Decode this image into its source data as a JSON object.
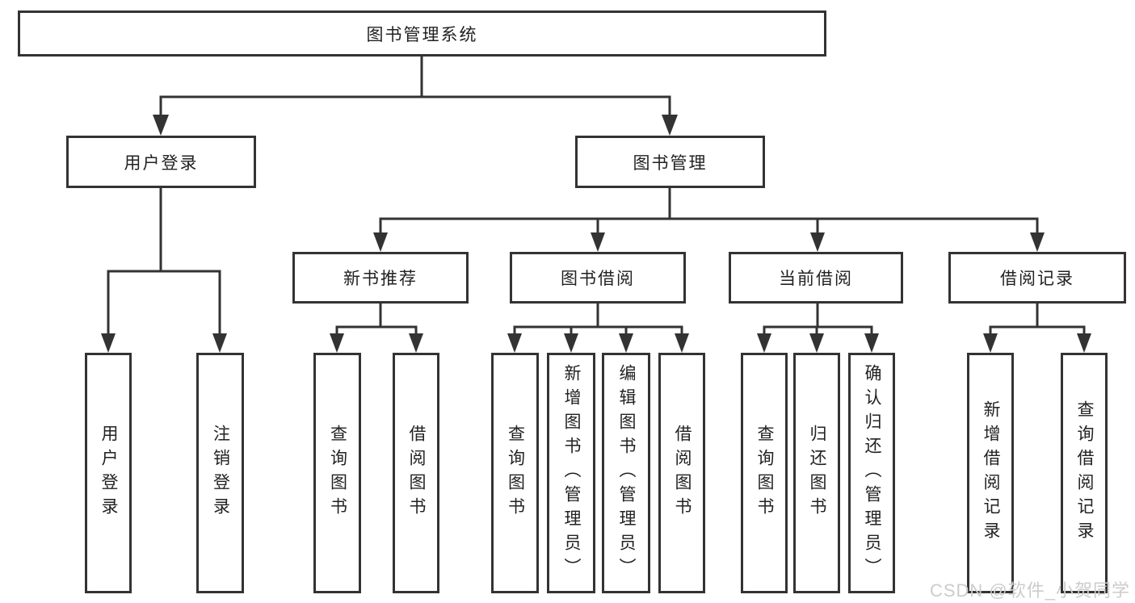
{
  "diagram": {
    "nodes": {
      "root": "图书管理系统",
      "level2": [
        "用户登录",
        "图书管理"
      ],
      "level3": [
        "新书推荐",
        "图书借阅",
        "当前借阅",
        "借阅记录"
      ],
      "leaves": {
        "login": [
          "用户登录",
          "注销登录"
        ],
        "recommend": [
          "查询图书",
          "借阅图书"
        ],
        "borrow": [
          "查询图书",
          "新增图书（管理员）",
          "编辑图书（管理员）",
          "借阅图书"
        ],
        "current": [
          "查询图书",
          "归还图书",
          "确认归还（管理员）"
        ],
        "records": [
          "新增借阅记录",
          "查询借阅记录"
        ]
      }
    },
    "colors": {
      "line": "#333333",
      "text": "#222222",
      "background": "#ffffff",
      "watermark": "#cccccc"
    }
  },
  "watermark": {
    "text": "CSDN @软件_小贺同学"
  }
}
